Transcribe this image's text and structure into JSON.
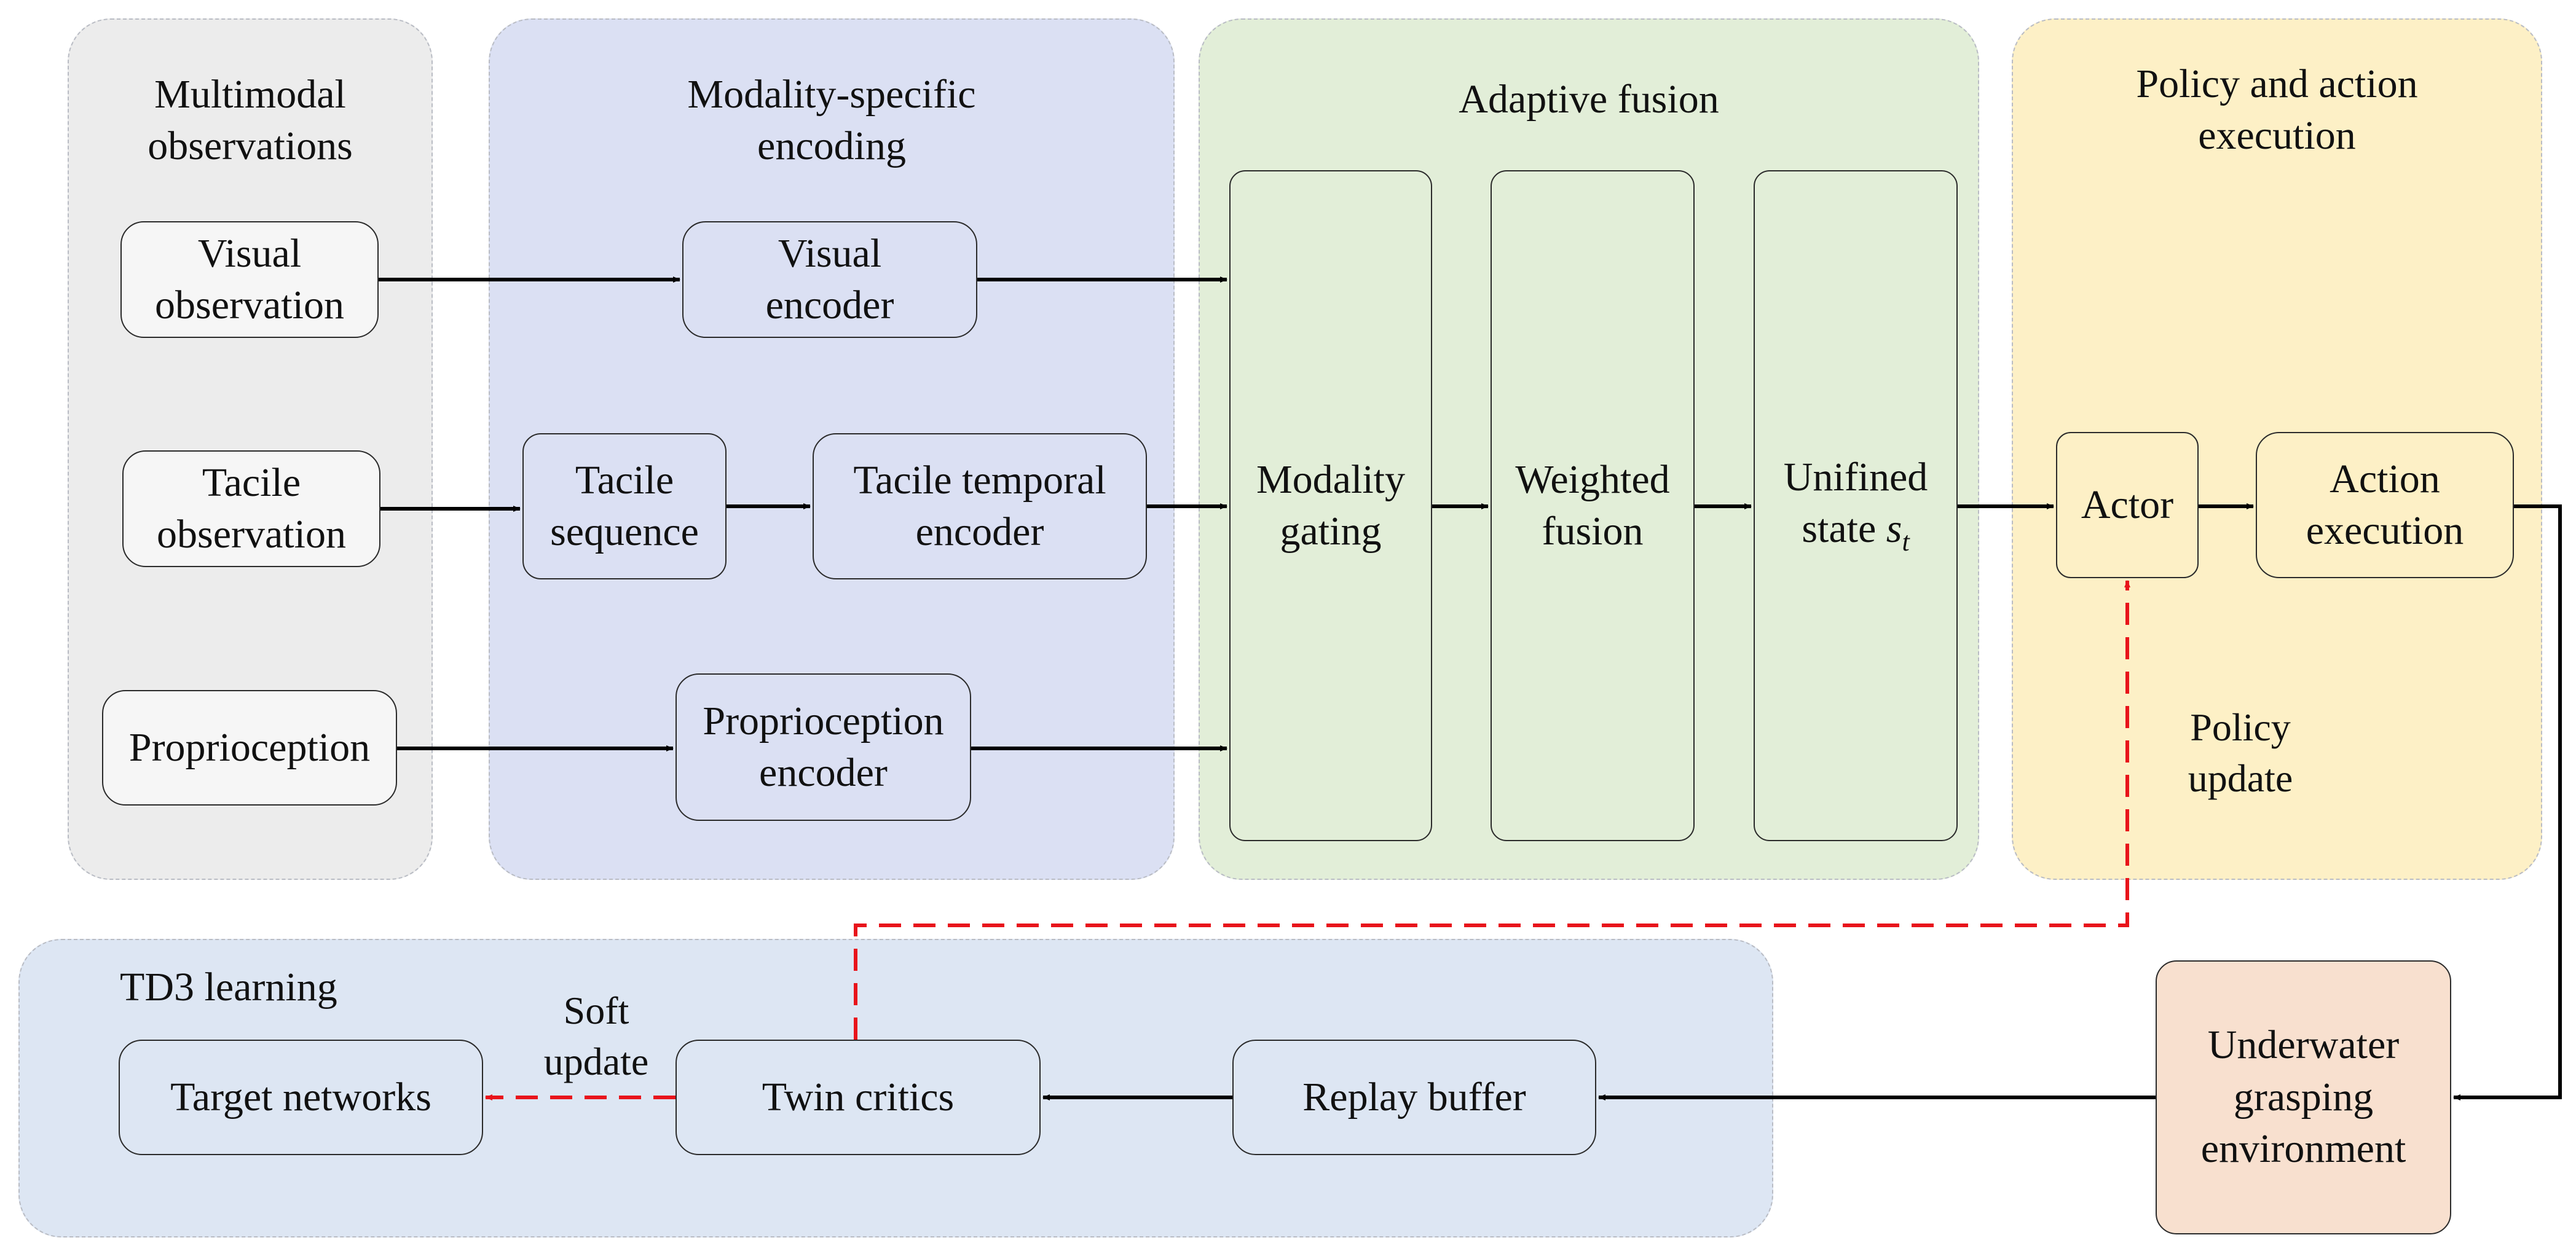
{
  "panels": {
    "observations": {
      "title": "Multimodal\nobservations"
    },
    "encoding": {
      "title": "Modality-specific\nencoding"
    },
    "fusion": {
      "title": "Adaptive fusion"
    },
    "policy": {
      "title": "Policy and action\nexecution"
    },
    "td3": {
      "title": "TD3 learning"
    }
  },
  "nodes": {
    "visual_observation": "Visual\nobservation",
    "tactile_observation": "Tacile\nobservation",
    "proprioception": "Proprioception",
    "visual_encoder": "Visual\nencoder",
    "tactile_sequence": "Tacile\nsequence",
    "tactile_temporal_encoder": "Tacile temporal\nencoder",
    "proprioception_encoder": "Proprioception\nencoder",
    "modality_gating": "Modality\ngating",
    "weighted_fusion": "Weighted\nfusion",
    "unified_state_line1": "Unifined",
    "unified_state_line2": "state",
    "unified_state_symbol": "s",
    "unified_state_subscript": "t",
    "actor": "Actor",
    "action_execution": "Action\nexecution",
    "environment": "Underwater\ngrasping\nenvironment",
    "replay_buffer": "Replay buffer",
    "twin_critics": "Twin critics",
    "target_networks": "Target networks"
  },
  "edge_labels": {
    "policy_update": "Policy\nupdate",
    "soft_update": "Soft\nupdate"
  },
  "colors": {
    "observations_panel": "#ececec",
    "encoding_panel": "#dbe0f3",
    "fusion_panel": "#e2eed8",
    "policy_panel": "#fdf0c6",
    "td3_panel": "#dde6f3",
    "environment_box": "#f8e0cf",
    "arrow": "#000000",
    "update_arrow": "#e8141b"
  }
}
